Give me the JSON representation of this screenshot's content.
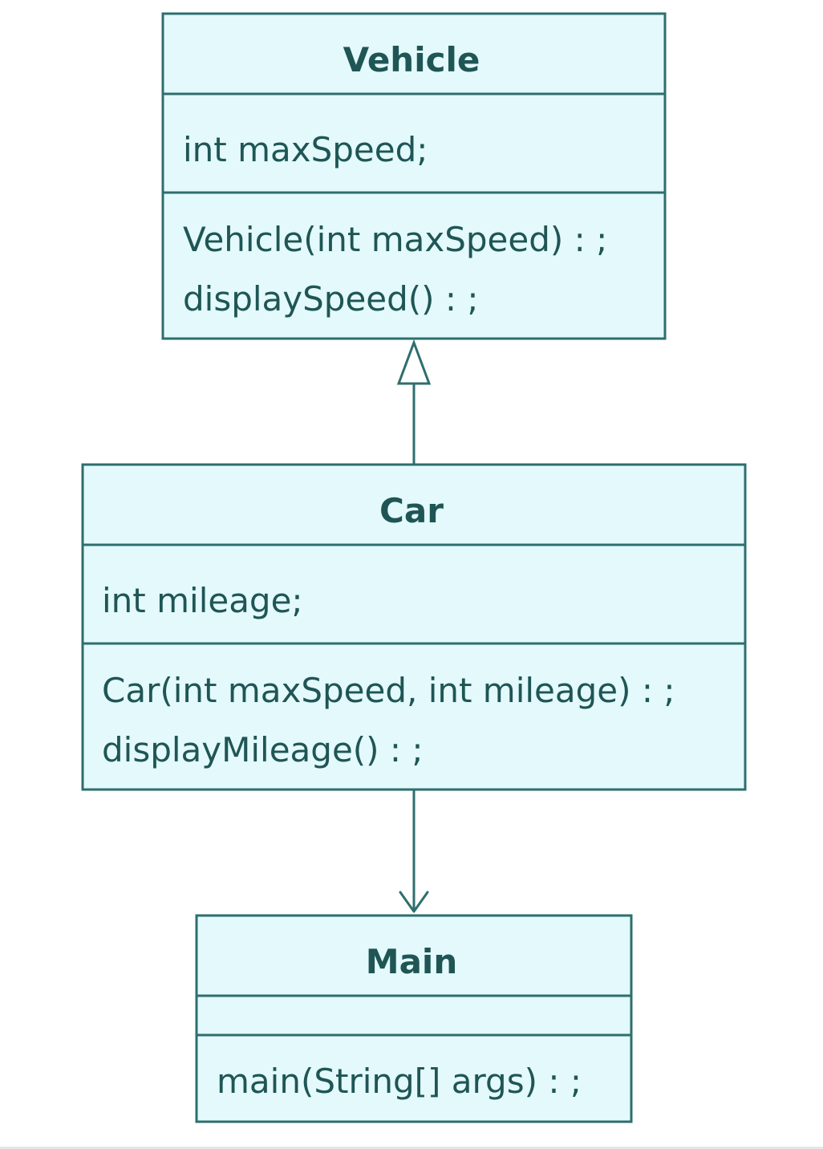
{
  "diagram": {
    "type": "uml-class-diagram",
    "classes": {
      "vehicle": {
        "name": "Vehicle",
        "attributes": [
          "int maxSpeed;"
        ],
        "methods": [
          "Vehicle(int maxSpeed) : ;",
          "displaySpeed() : ;"
        ]
      },
      "car": {
        "name": "Car",
        "attributes": [
          "int mileage;"
        ],
        "methods": [
          "Car(int maxSpeed, int mileage) : ;",
          "displayMileage() : ;"
        ]
      },
      "main": {
        "name": "Main",
        "attributes": [],
        "methods": [
          "main(String[] args) : ;"
        ]
      }
    },
    "relations": [
      {
        "from": "Car",
        "to": "Vehicle",
        "kind": "inheritance"
      },
      {
        "from": "Car",
        "to": "Main",
        "kind": "association"
      }
    ],
    "colors": {
      "fill": "#e3f9fb",
      "stroke": "#2e6e6e",
      "text": "#1f5555"
    }
  }
}
